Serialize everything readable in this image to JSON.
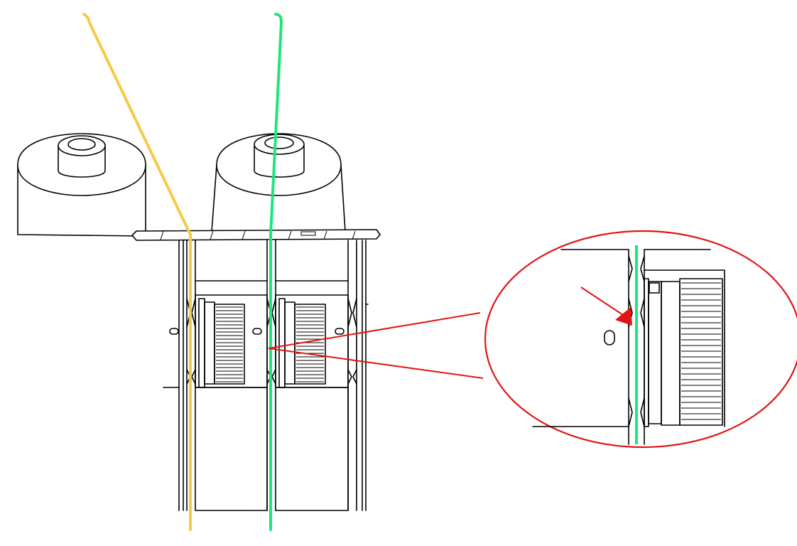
{
  "colors": {
    "filament_left": "#f7c948",
    "filament_right": "#1ee67a",
    "callout": "#e01414",
    "line": "#000000",
    "background": "#ffffff"
  },
  "components": {
    "spools": [
      "left-spool",
      "right-spool"
    ],
    "feeders": [
      "left-feeder",
      "right-feeder"
    ],
    "magnified_view": "zoom-callout"
  }
}
